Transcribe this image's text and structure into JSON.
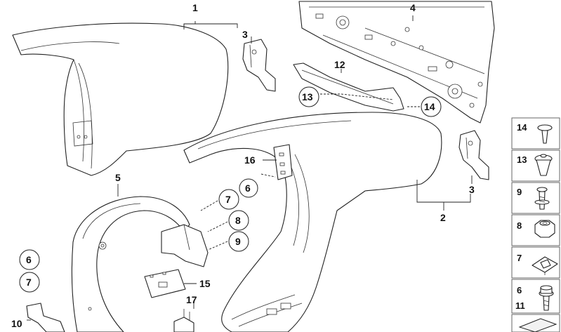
{
  "callouts": {
    "c1": "1",
    "c2": "2",
    "c3a": "3",
    "c3b": "3",
    "c4": "4",
    "c5": "5",
    "c6a": "6",
    "c6b": "6",
    "c7a": "7",
    "c7b": "7",
    "c8": "8",
    "c9": "9",
    "c10": "10",
    "c12": "12",
    "c13": "13",
    "c14": "14",
    "c15": "15",
    "c16": "16",
    "c17": "17"
  },
  "legend": {
    "items": [
      {
        "label": "14"
      },
      {
        "label": "13"
      },
      {
        "label": "9"
      },
      {
        "label": "8"
      },
      {
        "label": "7"
      },
      {
        "label": "6"
      },
      {
        "label": "11"
      }
    ]
  }
}
